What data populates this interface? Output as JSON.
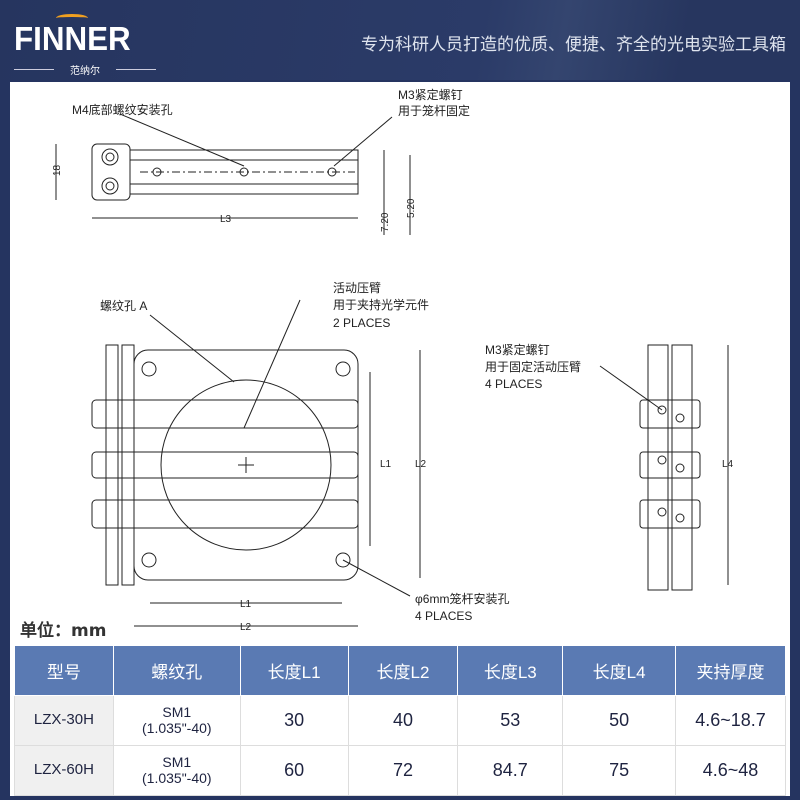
{
  "header": {
    "logo_name": "FINNER",
    "logo_sub": "范纳尔",
    "slogan": "专为科研人员打造的优质、便捷、齐全的光电实验工具箱"
  },
  "drawing": {
    "top_view": {
      "hole_label": "M4底部螺纹安装孔",
      "screw_label1": "M3紧定螺钉",
      "screw_label2": "用于笼杆固定",
      "dim_18": "18",
      "dim_l3": "L3",
      "dim_720": "7.20",
      "dim_520": "5.20"
    },
    "front_view": {
      "thread_label": "螺纹孔 A",
      "arm_label1": "活动压臂",
      "arm_label2": "用于夹持光学元件",
      "arm_label3": "2 PLACES",
      "dim_l1": "L1",
      "dim_l2": "L2",
      "rod_label1": "φ6mm笼杆安装孔",
      "rod_label2": "4 PLACES"
    },
    "side_view": {
      "screw_label1": "M3紧定螺钉",
      "screw_label2": "用于固定活动压臂",
      "screw_label3": "4 PLACES",
      "dim_l4": "L4"
    }
  },
  "unit": "单位：mm",
  "table": {
    "headers": [
      "型号",
      "螺纹孔",
      "长度L1",
      "长度L2",
      "长度L3",
      "长度L4",
      "夹持厚度"
    ],
    "rows": [
      {
        "model": "LZX-30H",
        "thread": "SM1",
        "thread2": "(1.035\"-40)",
        "l1": "30",
        "l2": "40",
        "l3": "53",
        "l4": "50",
        "thick": "4.6~18.7"
      },
      {
        "model": "LZX-60H",
        "thread": "SM1",
        "thread2": "(1.035\"-40)",
        "l1": "60",
        "l2": "72",
        "l3": "84.7",
        "l4": "75",
        "thick": "4.6~48"
      }
    ]
  }
}
